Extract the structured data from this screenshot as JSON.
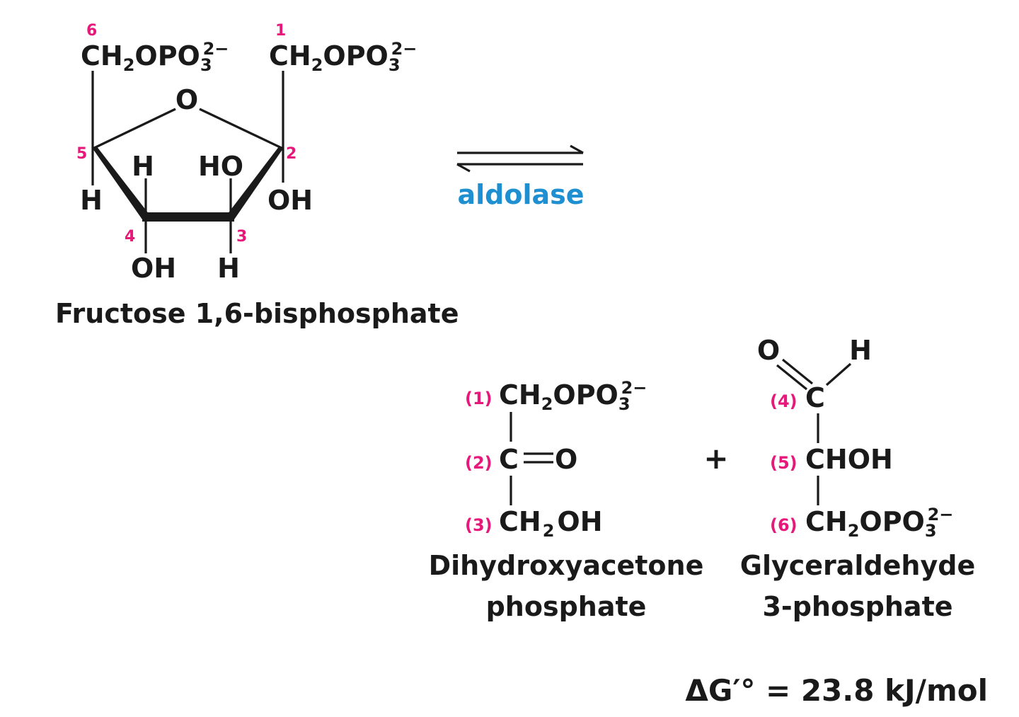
{
  "colors": {
    "text": "#1a1a1a",
    "carbon_numbers": "#e6197a",
    "enzyme": "#1e8fd0"
  },
  "reactant": {
    "name": "Fructose 1,6-bisphosphate",
    "c6_group": "CH2OPO3 2−",
    "c1_group": "CH2OPO3 2−",
    "ring_oxygen": "O",
    "c5_sub_down": "H",
    "c4_sub_up": "H",
    "c4_sub_down": "OH",
    "c3_sub_up": "HO",
    "c3_sub_down": "H",
    "c2_sub_down": "OH",
    "carbon_numbers": [
      "6",
      "1",
      "5",
      "2",
      "4",
      "3"
    ]
  },
  "arrow": {
    "enzyme": "aldolase"
  },
  "product1": {
    "name_line1": "Dihydroxyacetone",
    "name_line2": "phosphate",
    "rows": [
      {
        "num": "(1)",
        "group": "CH2OPO3 2−"
      },
      {
        "num": "(2)",
        "group": "C=O"
      },
      {
        "num": "(3)",
        "group": "CH2OH"
      }
    ]
  },
  "plus": "+",
  "product2": {
    "name_line1": "Glyceraldehyde",
    "name_line2": "3-phosphate",
    "aldehyde_o": "O",
    "aldehyde_h": "H",
    "rows": [
      {
        "num": "(4)",
        "group": "C"
      },
      {
        "num": "(5)",
        "group": "CHOH"
      },
      {
        "num": "(6)",
        "group": "CH2OPO3 2−"
      }
    ]
  },
  "energy": {
    "label": "ΔG′° = 23.8 kJ/mol"
  }
}
